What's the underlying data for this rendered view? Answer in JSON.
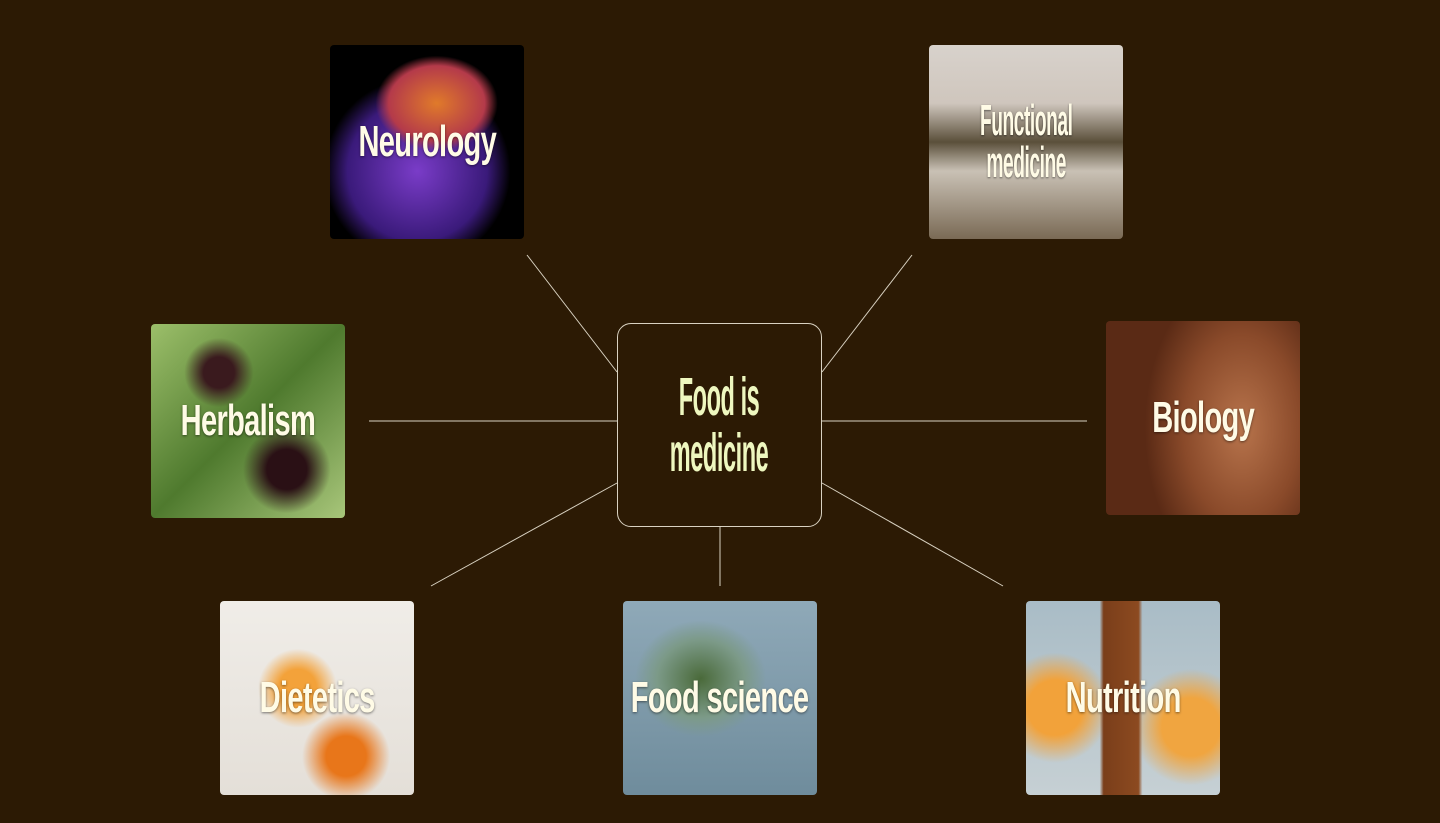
{
  "center": {
    "line1": "Food is",
    "line2": "medicine"
  },
  "nodes": {
    "neurology": "Neurology",
    "functional_1": "Functional",
    "functional_2": "medicine",
    "herbalism": "Herbalism",
    "biology": "Biology",
    "dietetics": "Dietetics",
    "food_science": "Food science",
    "nutrition": "Nutrition"
  },
  "colors": {
    "background": "#2c1a04",
    "center_text": "#eef7bf",
    "lines": "#d9d2c2"
  }
}
